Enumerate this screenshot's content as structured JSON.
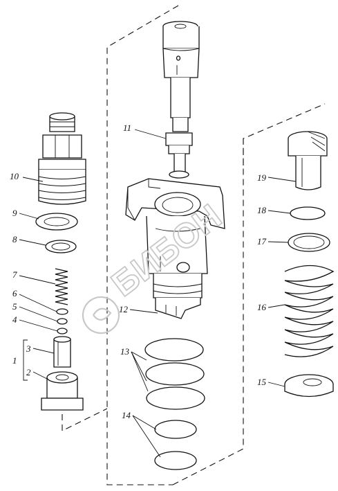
{
  "labels": {
    "l1": "1",
    "l2": "2",
    "l3": "3",
    "l4": "4",
    "l5": "5",
    "l6": "6",
    "l7": "7",
    "l8": "8",
    "l9": "9",
    "l10": "10",
    "l11": "11",
    "l12": "12",
    "l13": "13",
    "l14": "14",
    "l15": "15",
    "l16": "16",
    "l17": "17",
    "l18": "18",
    "l19": "19"
  },
  "watermark": {
    "text": "БИБОН"
  }
}
